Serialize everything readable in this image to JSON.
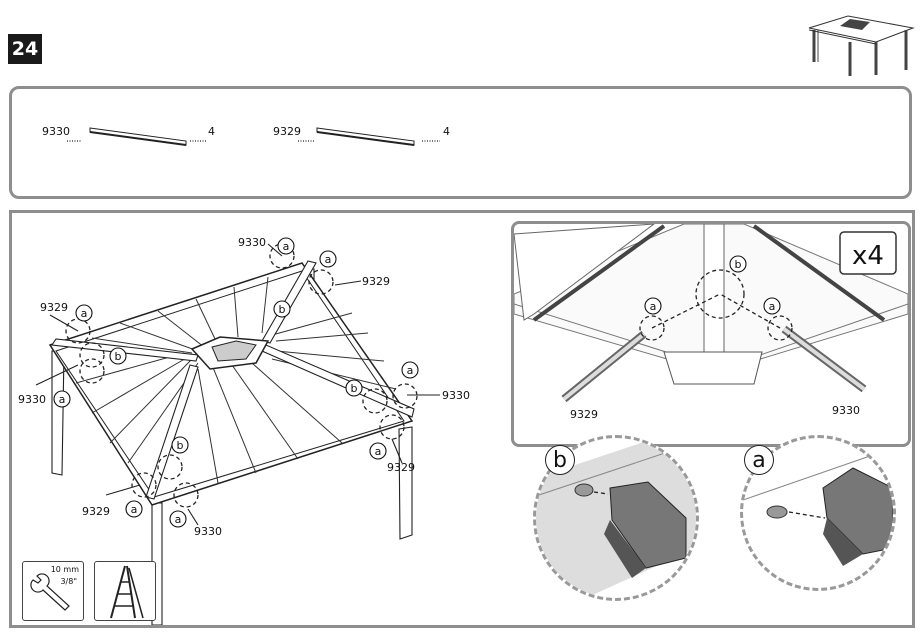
{
  "step": {
    "number": "24"
  },
  "parts": [
    {
      "code": "9330",
      "qty": "4"
    },
    {
      "code": "9329",
      "qty": "4"
    }
  ],
  "diagram": {
    "labels": [
      "9330",
      "9329",
      "9329",
      "9330",
      "9330",
      "9329",
      "9329",
      "9330"
    ],
    "callout_a": "a",
    "callout_b": "b"
  },
  "detail": {
    "multiplier": "x4",
    "left_part": "9329",
    "right_part": "9330",
    "callout_a": "a",
    "callout_b": "b"
  },
  "zoom": {
    "left_label": "b",
    "right_label": "a"
  },
  "tools": {
    "wrench_metric": "10 mm",
    "wrench_imperial": "3/8\""
  }
}
